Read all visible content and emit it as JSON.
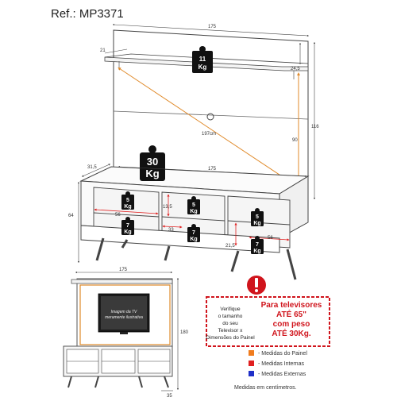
{
  "header": {
    "ref": "Ref.: MP3371"
  },
  "dimensions": {
    "panel_width": "175",
    "shelf_depth": "21",
    "shelf_height": "24,5",
    "panel_height": "116",
    "diagonal": "197cm",
    "tv_space": "90",
    "rack_depth": "31,5",
    "rack_width": "175",
    "rack_height": "64",
    "niche_height": "13,5",
    "niche_left_width": "56",
    "niche_mid_width": "33",
    "niche_right_height": "21,5",
    "niche_right_width": "56",
    "small_width": "175",
    "small_height": "180",
    "small_depth": "35"
  },
  "weights": {
    "top_value": "11",
    "rack_value": "30",
    "upper_value": "5",
    "lower_value": "7",
    "unit": "Kg"
  },
  "tv_screen_text": [
    "Imagem da TV",
    "meramente ilustrativa"
  ],
  "warning": {
    "check_lines": [
      "Verifique",
      "o tamanho",
      "do seu",
      "Televisor x",
      "Dimensões do Painel"
    ],
    "headline_lines": [
      "Para televisores",
      "ATÉ 65\"",
      "com peso",
      "ATÉ 30Kg."
    ]
  },
  "legend": {
    "items": [
      {
        "label": "- Medidas do Painel",
        "color": "#f07c1e"
      },
      {
        "label": "- Medidas Internas",
        "color": "#e02020"
      },
      {
        "label": "- Medidas Externas",
        "color": "#1f2fc8"
      }
    ],
    "footnote": "Medidas em centímetros."
  },
  "colors": {
    "panel_measure": "#e08a2a",
    "internal_measure": "#e02020",
    "external_measure": "#1f2fc8"
  }
}
